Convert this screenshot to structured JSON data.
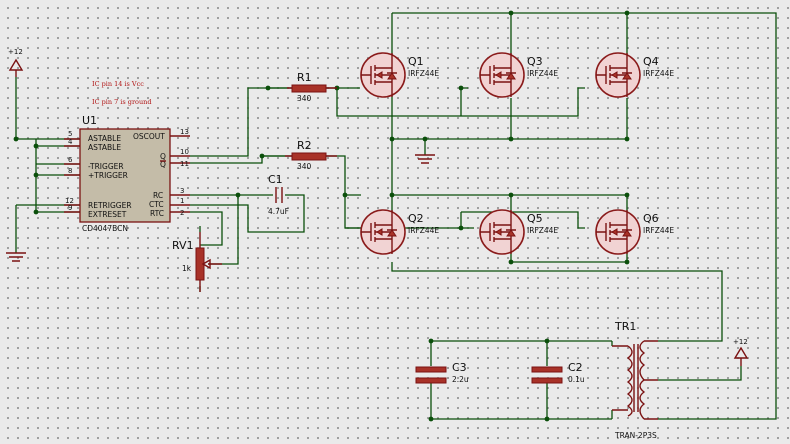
{
  "notes": [
    "IC pin 14 is Vcc",
    "IC pin 7 is ground"
  ],
  "power": {
    "left": "+12",
    "right": "+12"
  },
  "ic": {
    "ref": "U1",
    "part": "CD4047BCN",
    "left_pins": [
      {
        "num": "5",
        "label": "ASTABLE"
      },
      {
        "num": "4",
        "label": "ASTABLE"
      },
      {
        "num": "6",
        "label": "-TRIGGER"
      },
      {
        "num": "8",
        "label": "+TRIGGER"
      },
      {
        "num": "12",
        "label": "RETRIGGER"
      },
      {
        "num": "9",
        "label": "EXTRESET"
      }
    ],
    "right_pins": [
      {
        "num": "13",
        "label": "OSCOUT"
      },
      {
        "num": "10",
        "label": "Q"
      },
      {
        "num": "11",
        "label": "Q"
      },
      {
        "num": "3",
        "label": "RC"
      },
      {
        "num": "1",
        "label": "CTC"
      },
      {
        "num": "2",
        "label": "RTC"
      }
    ]
  },
  "resistors": [
    {
      "ref": "R1",
      "value": "340"
    },
    {
      "ref": "R2",
      "value": "340"
    }
  ],
  "pot": {
    "ref": "RV1",
    "value": "1k"
  },
  "capacitors": [
    {
      "ref": "C1",
      "value": "4.7uF"
    },
    {
      "ref": "C2",
      "value": "0.1u"
    },
    {
      "ref": "C3",
      "value": "2.2u"
    }
  ],
  "mosfets": [
    {
      "ref": "Q1",
      "part": "IRFZ44E"
    },
    {
      "ref": "Q3",
      "part": "IRFZ44E"
    },
    {
      "ref": "Q4",
      "part": "IRFZ44E"
    },
    {
      "ref": "Q2",
      "part": "IRFZ44E"
    },
    {
      "ref": "Q5",
      "part": "IRFZ44E"
    },
    {
      "ref": "Q6",
      "part": "IRFZ44E"
    }
  ],
  "transformer": {
    "ref": "TR1",
    "part": "TRAN-2P3S"
  },
  "colors": {
    "wire": "#0b4f0b",
    "component": "#7a1212",
    "ic_fill": "#c4bca8",
    "fet_fill": "#f1d3d3",
    "note": "#b01515"
  }
}
